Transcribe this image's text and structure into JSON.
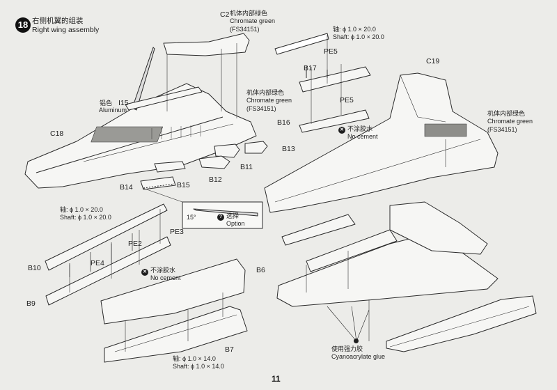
{
  "step": {
    "number": "18",
    "title_cn": "右侧机翼的组装",
    "title_en": "Right wing assembly"
  },
  "page_number": "11",
  "parts": {
    "c2": "C2",
    "c18": "C18",
    "c19": "C19",
    "i15": "I15",
    "b13": "B13",
    "b11": "B11",
    "b12": "B12",
    "b14": "B14",
    "b15": "B15",
    "b17": "B17",
    "b16": "B16",
    "pe5a": "PE5",
    "pe5b": "PE5",
    "b10": "B10",
    "b9": "B9",
    "pe3": "PE3",
    "pe2": "PE2",
    "pe4": "PE4",
    "b6": "B6",
    "b7": "B7"
  },
  "notes": {
    "c2_color_cn": "机体内部绿色",
    "c2_color_en": "Chromate green",
    "c2_color_fs": "(FS34151)",
    "i15_color_cn": "铝色",
    "i15_color_en": "Aluminum",
    "c18_color_cn": "机体内部绿色",
    "c18_color_en": "Chromate green",
    "c18_color_fs": "(FS34151)",
    "c19_color_cn": "机体内部绿色",
    "c19_color_en": "Chromate green",
    "c19_color_fs": "(FS34151)",
    "shaft_top_cn": "轴: ϕ 1.0 × 20.0",
    "shaft_top_en": "Shaft: ϕ 1.0 × 20.0",
    "no_cement_right_cn": "不涂胶水",
    "no_cement_right_en": "No cement",
    "option_angle": "15°",
    "option_cn": "选择",
    "option_en": "Option",
    "shaft_left_cn": "轴: ϕ 1.0 × 20.0",
    "shaft_left_en": "Shaft: ϕ 1.0 × 20.0",
    "no_cement_left_cn": "不涂胶水",
    "no_cement_left_en": "No cement",
    "shaft_bottom_cn": "轴: ϕ 1.0 × 14.0",
    "shaft_bottom_en": "Shaft: ϕ 1.0 × 14.0",
    "glue_cn": "使用强力胶",
    "glue_en": "Cyanoacrylate glue"
  },
  "symbols": {
    "no_cement_icon": "no-cement-icon",
    "option_icon": "question-icon",
    "glue_icon": "glue-dot-icon"
  }
}
